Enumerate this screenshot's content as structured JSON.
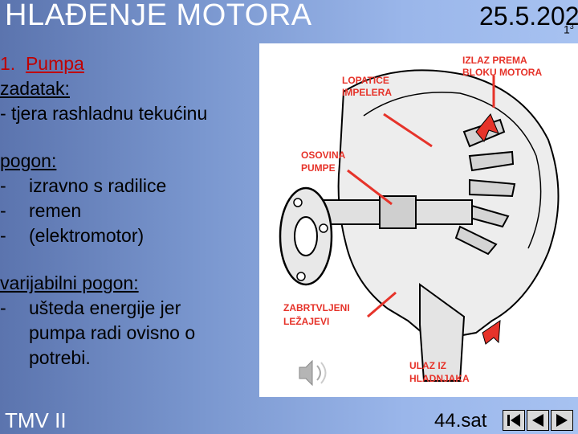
{
  "slide": {
    "title": "HLAĐENJE MOTORA",
    "date": "25.5.202",
    "date_suffix": "1",
    "date_superscript": "3",
    "footer_left": "TMV II",
    "footer_right": "44.sat"
  },
  "content": {
    "heading_number": "1.",
    "heading_text": "Pumpa",
    "task_label": "zadatak:",
    "task_item": "- tjera rashladnu tekućinu",
    "drive_label": "pogon:",
    "drive_items": [
      "izravno s radilice",
      "remen",
      "(elektromotor)"
    ],
    "variable_label": "varijabilni pogon:",
    "variable_items": [
      "ušteda energije jer pumpa radi ovisno o potrebi."
    ]
  },
  "figure": {
    "labels": {
      "izlaz_1": "IZLAZ PREMA",
      "izlaz_2": "BLOKU MOTORA",
      "lopatice_1": "LOPATICE",
      "lopatice_2": "IMPELERA",
      "osovina_1": "OSOVINA",
      "osovina_2": "PUMPE",
      "lezajevi_1": "ZABRTVLJENI",
      "lezajevi_2": "LEŽAJEVI",
      "ulaz_1": "ULAZ IZ",
      "ulaz_2": "HLADNJAKA"
    },
    "accent_color": "#e6332a"
  },
  "icons": {
    "speaker": "speaker-icon",
    "nav": [
      "first-slide-icon",
      "previous-slide-icon",
      "next-slide-icon"
    ]
  }
}
